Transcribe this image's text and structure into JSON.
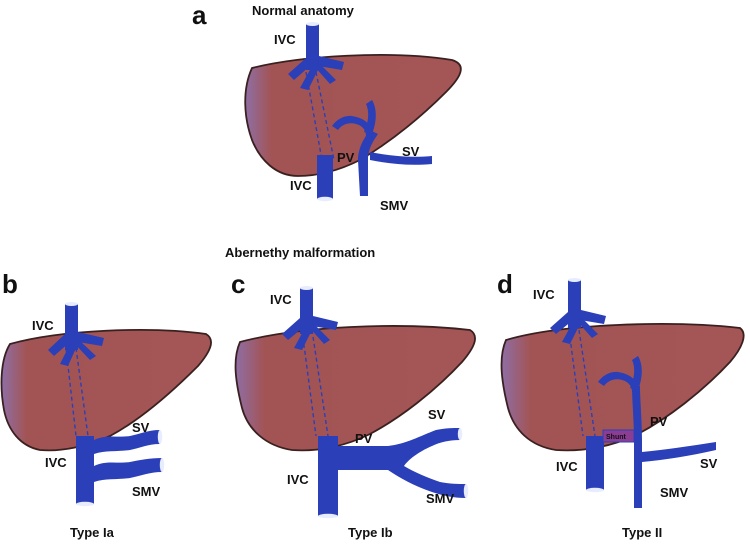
{
  "colors": {
    "liver": "#a25454",
    "liver_edge": "#3b2020",
    "liver_highlight": "#8a6aa3",
    "vessel": "#2b3fb8",
    "vessel_light": "#e8ecff",
    "shunt": "#8b3c93"
  },
  "panel_a": {
    "letter": "a",
    "title": "Normal anatomy",
    "labels": {
      "ivc_top": "IVC",
      "ivc_bottom": "IVC",
      "pv": "PV",
      "sv": "SV",
      "smv": "SMV"
    }
  },
  "section_title": "Abernethy malformation",
  "panel_b": {
    "letter": "b",
    "caption": "Type Ia",
    "labels": {
      "ivc_top": "IVC",
      "ivc_bottom": "IVC",
      "sv": "SV",
      "smv": "SMV"
    }
  },
  "panel_c": {
    "letter": "c",
    "caption": "Type Ib",
    "labels": {
      "ivc_top": "IVC",
      "ivc_bottom": "IVC",
      "pv": "PV",
      "sv": "SV",
      "smv": "SMV"
    }
  },
  "panel_d": {
    "letter": "d",
    "caption": "Type II",
    "labels": {
      "ivc_top": "IVC",
      "ivc_bottom": "IVC",
      "pv": "PV",
      "sv": "SV",
      "smv": "SMV",
      "shunt": "Shunt"
    }
  }
}
